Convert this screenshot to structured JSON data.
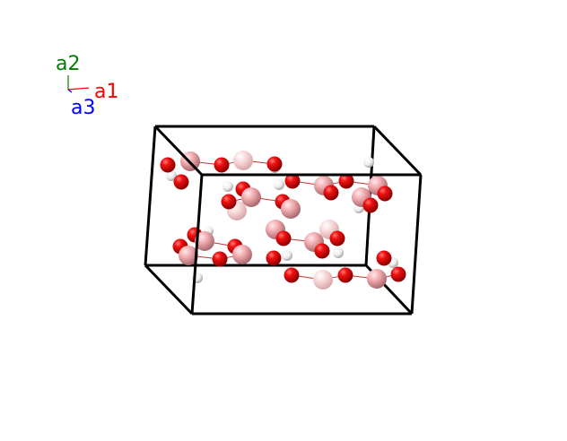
{
  "axes": {
    "a1": {
      "label": "a1",
      "color": "#ff0000"
    },
    "a2": {
      "label": "a2",
      "color": "#008000"
    },
    "a3": {
      "label": "a3",
      "color": "#0000ff"
    }
  },
  "colors": {
    "cell_edge": "#000000",
    "oxygen": "#e80000",
    "boron": "#f2a8ac",
    "hydrogen": "#f0f0f0",
    "bond": "#c83232"
  }
}
